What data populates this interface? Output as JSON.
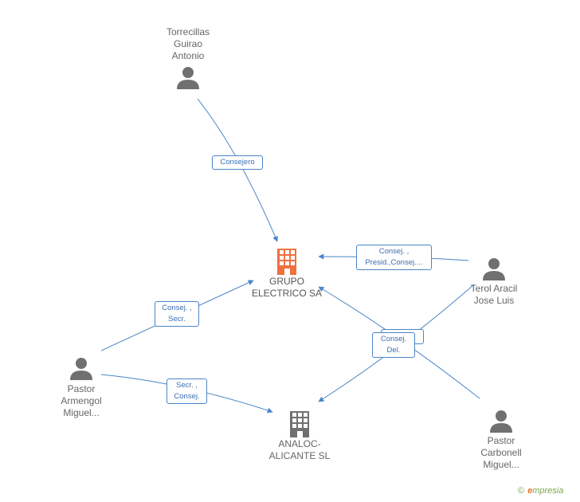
{
  "nodes": {
    "grupo": {
      "name": "GRUPO\nELECTRICO SA",
      "color": "#f07040"
    },
    "analoc": {
      "name": "ANALOC-\nALICANTE SL",
      "color": "#707070"
    },
    "torrecillas": {
      "name": "Torrecillas\nGuirao\nAntonio"
    },
    "terol": {
      "name": "Terol Aracil\nJose Luis"
    },
    "armengol": {
      "name": "Pastor\nArmengol\nMiguel..."
    },
    "carbonell": {
      "name": "Pastor\nCarbonell\nMiguel..."
    }
  },
  "labels": {
    "torrecillas_grupo": "Consejero",
    "terol_grupo": "Consej. ,\nPresid.,Consej....",
    "armengol_grupo": "Consej. ,\nSecr.",
    "armengol_analoc": "Secr. ,\nConsej.",
    "terol_analoc_a": "Consej.\nDel.",
    "terol_analoc_b": "Consej.\nDel."
  },
  "colors": {
    "edge": "#4a86c8",
    "person": "#707070"
  },
  "brand": {
    "copyright": "©",
    "initial": "e",
    "rest": "mpresia"
  }
}
